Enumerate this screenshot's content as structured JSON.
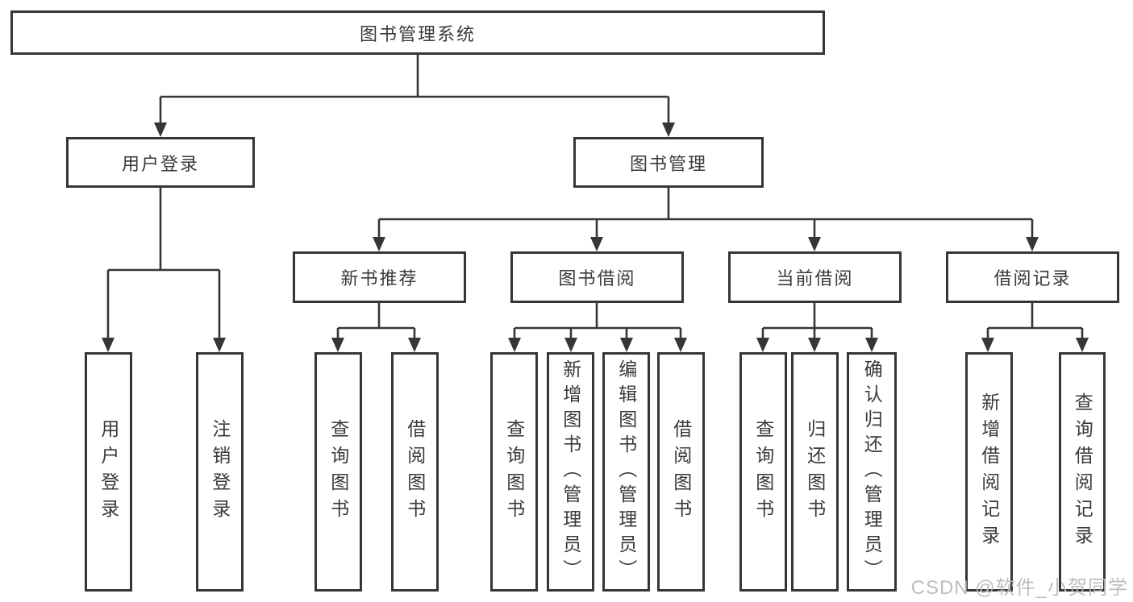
{
  "diagram": {
    "root": "图书管理系统",
    "user_login": {
      "label": "用户登录",
      "children": [
        "用户登录",
        "注销登录"
      ]
    },
    "book_mgmt": {
      "label": "图书管理",
      "sections": {
        "recommend": {
          "label": "新书推荐",
          "children": [
            "查询图书",
            "借阅图书"
          ]
        },
        "borrow": {
          "label": "图书借阅",
          "children": [
            "查询图书",
            "新增图书（管理员）",
            "编辑图书（管理员）",
            "借阅图书"
          ]
        },
        "current": {
          "label": "当前借阅",
          "children": [
            "查询图书",
            "归还图书",
            "确认归还（管理员）"
          ]
        },
        "record": {
          "label": "借阅记录",
          "children": [
            "新增借阅记录",
            "查询借阅记录"
          ]
        }
      }
    }
  },
  "watermark": {
    "text": "CSDN @软件_小贺同学"
  },
  "colors": {
    "line": "#363636",
    "text": "#3a3a3a",
    "canvas": "#ffffff",
    "watermark": "#bbbbbb"
  }
}
